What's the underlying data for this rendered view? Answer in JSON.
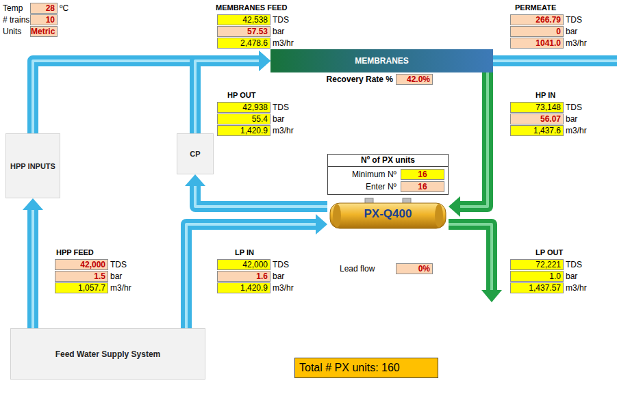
{
  "diagram": {
    "nodes": [
      {
        "text": [
          "MEMBRANES"
        ]
      },
      {
        "text": [
          "HPP INPUTS"
        ]
      },
      {
        "text": [
          "CP"
        ]
      },
      {
        "text": [
          "Nº of PX units",
          "Minimum Nº",
          "16",
          "Enter Nº",
          "16"
        ]
      },
      {
        "text": [
          "PX-Q400"
        ]
      },
      {
        "text": [
          "Feed Water Supply System"
        ]
      },
      {
        "text": [
          "Total # PX units: 160"
        ]
      }
    ],
    "edges": [
      {
        "from": 5,
        "to": 1,
        "arrow": "to"
      },
      {
        "from": 1,
        "to": 0,
        "arrow": "to"
      },
      {
        "from": 2,
        "to": 0,
        "arrow": "to"
      },
      {
        "from": 5,
        "to": 4,
        "arrow": "to"
      },
      {
        "from": 4,
        "to": 2,
        "arrow": "to"
      },
      {
        "from": 0,
        "to": 4,
        "arrow": "to"
      }
    ],
    "labels": [
      "Temp",
      "28",
      "ºC",
      "# trains",
      "10",
      "Units",
      "Metric",
      "MEMBRANES FEED",
      "42,538",
      "TDS",
      "57.53",
      "bar",
      "2,478.6",
      "m3/hr",
      "PERMEATE",
      "266.79",
      "TDS",
      "0",
      "bar",
      "1041.0",
      "m3/hr",
      "Recovery Rate %",
      "42.0%",
      "HP OUT",
      "42,938",
      "TDS",
      "55.4",
      "bar",
      "1,420.9",
      "m3/hr",
      "HP IN",
      "73,148",
      "TDS",
      "56.07",
      "bar",
      "1,437.6",
      "m3/hr",
      "HPP FEED",
      "42,000",
      "TDS",
      "1.5",
      "bar",
      "1,057.7",
      "m3/hr",
      "LP IN",
      "42,000",
      "TDS",
      "1.6",
      "bar",
      "1,420.9",
      "m3/hr",
      "Lead flow",
      "0%",
      "LP OUT",
      "72,221",
      "TDS",
      "1.0",
      "bar",
      "1,437.57",
      "m3/hr"
    ]
  }
}
